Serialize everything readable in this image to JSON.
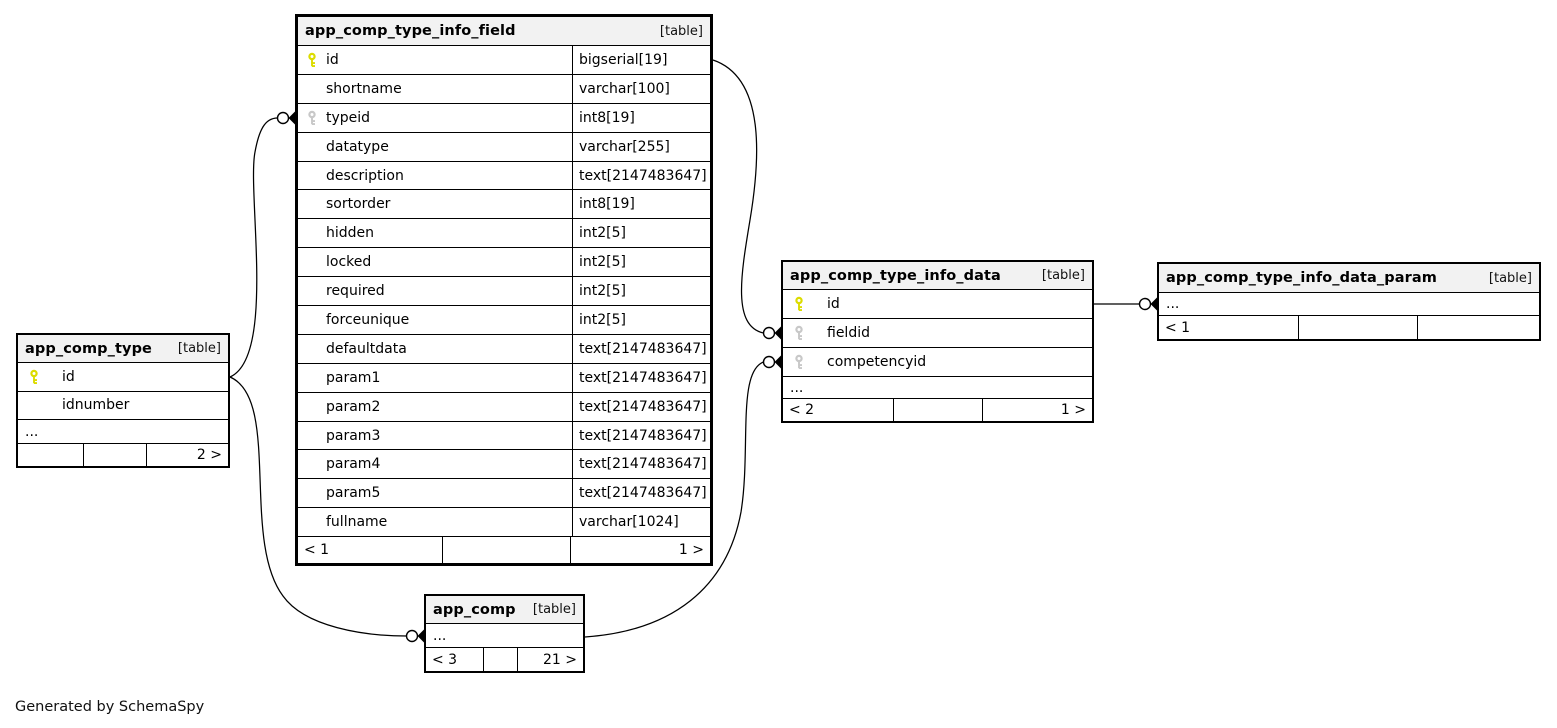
{
  "tables": [
    {
      "name": "app_comp_type_info_field",
      "tag": "[table]",
      "fields": [
        {
          "name": "id",
          "type": "bigserial[19]",
          "key": "primary"
        },
        {
          "name": "shortname",
          "type": "varchar[100]"
        },
        {
          "name": "typeid",
          "type": "int8[19]",
          "key": "foreign"
        },
        {
          "name": "datatype",
          "type": "varchar[255]"
        },
        {
          "name": "description",
          "type": "text[2147483647]"
        },
        {
          "name": "sortorder",
          "type": "int8[19]"
        },
        {
          "name": "hidden",
          "type": "int2[5]"
        },
        {
          "name": "locked",
          "type": "int2[5]"
        },
        {
          "name": "required",
          "type": "int2[5]"
        },
        {
          "name": "forceunique",
          "type": "int2[5]"
        },
        {
          "name": "defaultdata",
          "type": "text[2147483647]"
        },
        {
          "name": "param1",
          "type": "text[2147483647]"
        },
        {
          "name": "param2",
          "type": "text[2147483647]"
        },
        {
          "name": "param3",
          "type": "text[2147483647]"
        },
        {
          "name": "param4",
          "type": "text[2147483647]"
        },
        {
          "name": "param5",
          "type": "text[2147483647]"
        },
        {
          "name": "fullname",
          "type": "varchar[1024]"
        }
      ],
      "footer": [
        "< 1",
        "",
        "1 >"
      ]
    },
    {
      "name": "app_comp_type",
      "tag": "[table]",
      "fields": [
        {
          "name": "id",
          "key": "primary"
        },
        {
          "name": "idnumber"
        },
        {
          "name": "...",
          "ellipsis": true
        }
      ],
      "footer": [
        "",
        "",
        "2 >"
      ]
    },
    {
      "name": "app_comp_type_info_data",
      "tag": "[table]",
      "fields": [
        {
          "name": "id",
          "key": "primary"
        },
        {
          "name": "fieldid",
          "key": "foreign"
        },
        {
          "name": "competencyid",
          "key": "foreign"
        },
        {
          "name": "...",
          "ellipsis": true
        }
      ],
      "footer": [
        "< 2",
        "",
        "1 >"
      ]
    },
    {
      "name": "app_comp_type_info_data_param",
      "tag": "[table]",
      "fields": [
        {
          "name": "...",
          "ellipsis": true
        }
      ],
      "footer": [
        "< 1",
        "",
        ""
      ]
    },
    {
      "name": "app_comp",
      "tag": "[table]",
      "fields": [
        {
          "name": "...",
          "ellipsis": true
        }
      ],
      "footer": [
        "< 3",
        "",
        "21 >"
      ]
    }
  ],
  "relationships": [
    {
      "from": "app_comp_type.id",
      "to": "app_comp_type_info_field.typeid"
    },
    {
      "from": "app_comp_type.id",
      "to": "app_comp"
    },
    {
      "from": "app_comp_type_info_field.id",
      "to": "app_comp_type_info_data.fieldid"
    },
    {
      "from": "app_comp",
      "to": "app_comp_type_info_data.competencyid"
    },
    {
      "from": "app_comp_type_info_data.id",
      "to": "app_comp_type_info_data_param"
    }
  ],
  "footer_note": "Generated by SchemaSpy",
  "colors": {
    "primary_key": "#dcdc00",
    "foreign_key": "#c8c8c8",
    "header_bg": "#f2f2f2",
    "line": "#000000"
  }
}
